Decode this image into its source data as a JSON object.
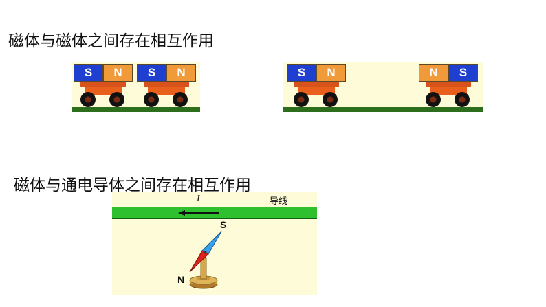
{
  "headings": {
    "magnet_magnet": "磁体与磁体之间存在相互作用",
    "magnet_current": "磁体与通电导体之间存在相互作用"
  },
  "scene_attract": {
    "carts": [
      {
        "left": "S",
        "right": "N"
      },
      {
        "left": "S",
        "right": "N"
      }
    ]
  },
  "scene_repel": {
    "carts": [
      {
        "left": "S",
        "right": "N"
      },
      {
        "left": "N",
        "right": "S"
      }
    ]
  },
  "wire_scene": {
    "current_symbol": "I",
    "wire_label": "导线",
    "current_direction": "left",
    "compass_top_pole": "S",
    "compass_bottom_pole": "N"
  },
  "colors": {
    "pole_s": "#1f3fd0",
    "pole_n": "#f09a3a",
    "cart_body": "#e8601c",
    "track": "#2d6e1c",
    "scene_bg": "#fefcd8",
    "wire": "#2ec02e"
  }
}
